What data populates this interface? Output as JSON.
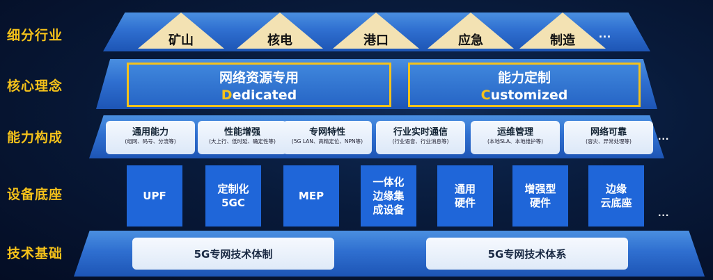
{
  "row_labels": [
    "细分行业",
    "核心理念",
    "能力构成",
    "设备底座",
    "技术基础"
  ],
  "industries": [
    "矿山",
    "核电",
    "港口",
    "应急",
    "制造"
  ],
  "industries_more": "...",
  "concepts": [
    {
      "title": "网络资源专用",
      "initial": "D",
      "rest": "edicated"
    },
    {
      "title": "能力定制",
      "initial": "C",
      "rest": "ustomized"
    }
  ],
  "capabilities": [
    {
      "title": "通用能力",
      "desc": "(组网、码号、分流等)"
    },
    {
      "title": "性能增强",
      "desc": "(大上行、低时延、确定性等)"
    },
    {
      "title": "专网特性",
      "desc": "(5G LAN、高精定位、NPN等)"
    },
    {
      "title": "行业实时通信",
      "desc": "(行业语音、行业消息等)"
    },
    {
      "title": "运维管理",
      "desc": "(本地SLA、本地维护等)"
    },
    {
      "title": "网络可靠",
      "desc": "(容灾、异常处理等)"
    }
  ],
  "capabilities_more": "...",
  "devices": [
    "UPF",
    "定制化\n5GC",
    "MEP",
    "一体化\n边缘集\n成设备",
    "通用\n硬件",
    "增强型\n硬件",
    "边缘\n云底座"
  ],
  "devices_more": "...",
  "tech_basis": [
    "5G专网技术体制",
    "5G专网技术体系"
  ],
  "colors": {
    "accent": "#f5c21a",
    "layer_blue": "#2f6fd0",
    "device_blue": "#1f66d9"
  }
}
